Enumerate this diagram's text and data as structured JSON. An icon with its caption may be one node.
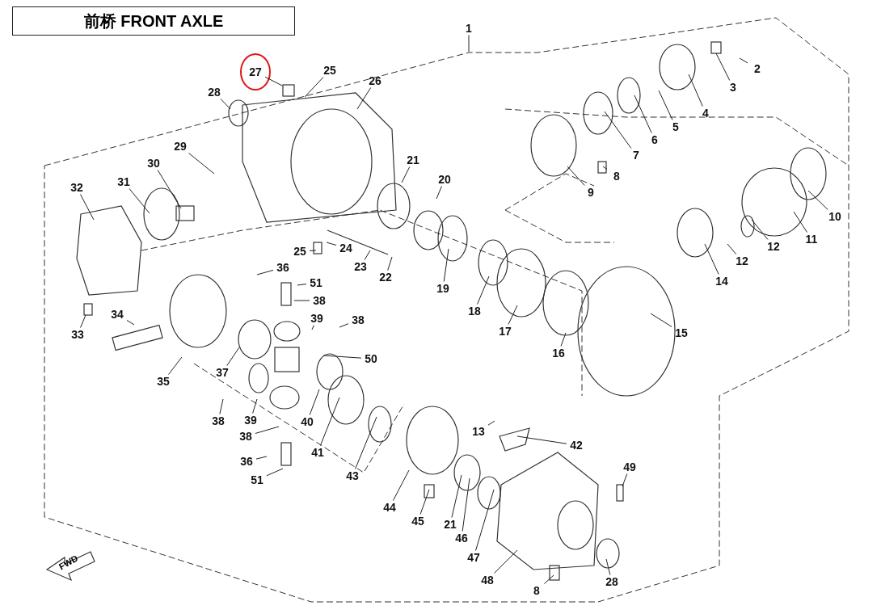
{
  "diagram": {
    "title": "前桥 FRONT AXLE",
    "nodes": [
      {
        "text": [
          "1"
        ]
      },
      {
        "text": [
          "2"
        ]
      },
      {
        "text": [
          "3"
        ]
      },
      {
        "text": [
          "4"
        ]
      },
      {
        "text": [
          "5"
        ]
      },
      {
        "text": [
          "6"
        ]
      },
      {
        "text": [
          "7"
        ]
      },
      {
        "text": [
          "8"
        ]
      },
      {
        "text": [
          "9"
        ]
      },
      {
        "text": [
          "10"
        ]
      },
      {
        "text": [
          "11"
        ]
      },
      {
        "text": [
          "12"
        ]
      },
      {
        "text": [
          "12"
        ]
      },
      {
        "text": [
          "14"
        ]
      },
      {
        "text": [
          "15"
        ]
      },
      {
        "text": [
          "16"
        ]
      },
      {
        "text": [
          "17"
        ]
      },
      {
        "text": [
          "18"
        ]
      },
      {
        "text": [
          "19"
        ]
      },
      {
        "text": [
          "20"
        ]
      },
      {
        "text": [
          "21"
        ]
      },
      {
        "text": [
          "22"
        ]
      },
      {
        "text": [
          "23"
        ]
      },
      {
        "text": [
          "24"
        ]
      },
      {
        "text": [
          "25"
        ]
      },
      {
        "text": [
          "25"
        ]
      },
      {
        "text": [
          "26"
        ]
      },
      {
        "text": [
          "27"
        ]
      },
      {
        "text": [
          "28"
        ]
      },
      {
        "text": [
          "29"
        ]
      },
      {
        "text": [
          "30"
        ]
      },
      {
        "text": [
          "31"
        ]
      },
      {
        "text": [
          "32"
        ]
      },
      {
        "text": [
          "33"
        ]
      },
      {
        "text": [
          "34"
        ]
      },
      {
        "text": [
          "35"
        ]
      },
      {
        "text": [
          "36"
        ]
      },
      {
        "text": [
          "36"
        ]
      },
      {
        "text": [
          "37"
        ]
      },
      {
        "text": [
          "38"
        ]
      },
      {
        "text": [
          "38"
        ]
      },
      {
        "text": [
          "38"
        ]
      },
      {
        "text": [
          "38"
        ]
      },
      {
        "text": [
          "39"
        ]
      },
      {
        "text": [
          "39"
        ]
      },
      {
        "text": [
          "40"
        ]
      },
      {
        "text": [
          "41"
        ]
      },
      {
        "text": [
          "42"
        ]
      },
      {
        "text": [
          "43"
        ]
      },
      {
        "text": [
          "44"
        ]
      },
      {
        "text": [
          "45"
        ]
      },
      {
        "text": [
          "46"
        ]
      },
      {
        "text": [
          "47"
        ]
      },
      {
        "text": [
          "48"
        ]
      },
      {
        "text": [
          "49"
        ]
      },
      {
        "text": [
          "50"
        ]
      },
      {
        "text": [
          "51"
        ]
      },
      {
        "text": [
          "51"
        ]
      },
      {
        "text": [
          "21"
        ]
      },
      {
        "text": [
          "13"
        ]
      },
      {
        "text": [
          "8"
        ]
      },
      {
        "text": [
          "28"
        ]
      }
    ],
    "edges": [
      {
        "from": 0,
        "to": null,
        "arrow": "none"
      },
      {
        "from": 1,
        "to": null,
        "arrow": "none"
      },
      {
        "from": 2,
        "to": null,
        "arrow": "none"
      },
      {
        "from": 3,
        "to": null,
        "arrow": "none"
      },
      {
        "from": 4,
        "to": null,
        "arrow": "none"
      },
      {
        "from": 5,
        "to": null,
        "arrow": "none"
      },
      {
        "from": 6,
        "to": null,
        "arrow": "none"
      },
      {
        "from": 7,
        "to": null,
        "arrow": "none"
      },
      {
        "from": 8,
        "to": null,
        "arrow": "none"
      },
      {
        "from": 9,
        "to": null,
        "arrow": "none"
      },
      {
        "from": 10,
        "to": null,
        "arrow": "none"
      },
      {
        "from": 11,
        "to": null,
        "arrow": "none"
      },
      {
        "from": 12,
        "to": null,
        "arrow": "none"
      },
      {
        "from": 13,
        "to": null,
        "arrow": "none"
      },
      {
        "from": 14,
        "to": null,
        "arrow": "none"
      },
      {
        "from": 15,
        "to": null,
        "arrow": "none"
      },
      {
        "from": 16,
        "to": null,
        "arrow": "none"
      },
      {
        "from": 17,
        "to": null,
        "arrow": "none"
      },
      {
        "from": 18,
        "to": null,
        "arrow": "none"
      },
      {
        "from": 19,
        "to": null,
        "arrow": "none"
      },
      {
        "from": 20,
        "to": null,
        "arrow": "none"
      },
      {
        "from": 21,
        "to": null,
        "arrow": "none"
      },
      {
        "from": 22,
        "to": null,
        "arrow": "none"
      },
      {
        "from": 23,
        "to": null,
        "arrow": "none"
      },
      {
        "from": 24,
        "to": null,
        "arrow": "none"
      },
      {
        "from": 25,
        "to": null,
        "arrow": "none"
      },
      {
        "from": 26,
        "to": null,
        "arrow": "none"
      },
      {
        "from": 27,
        "to": null,
        "arrow": "none"
      },
      {
        "from": 28,
        "to": null,
        "arrow": "none"
      },
      {
        "from": 29,
        "to": null,
        "arrow": "none"
      },
      {
        "from": 30,
        "to": null,
        "arrow": "none"
      },
      {
        "from": 31,
        "to": null,
        "arrow": "none"
      },
      {
        "from": 32,
        "to": null,
        "arrow": "none"
      },
      {
        "from": 33,
        "to": null,
        "arrow": "none"
      },
      {
        "from": 34,
        "to": null,
        "arrow": "none"
      },
      {
        "from": 35,
        "to": null,
        "arrow": "none"
      },
      {
        "from": 36,
        "to": null,
        "arrow": "none"
      },
      {
        "from": 37,
        "to": null,
        "arrow": "none"
      },
      {
        "from": 38,
        "to": null,
        "arrow": "none"
      },
      {
        "from": 39,
        "to": null,
        "arrow": "none"
      },
      {
        "from": 40,
        "to": null,
        "arrow": "none"
      },
      {
        "from": 41,
        "to": null,
        "arrow": "none"
      },
      {
        "from": 42,
        "to": null,
        "arrow": "none"
      },
      {
        "from": 43,
        "to": null,
        "arrow": "none"
      },
      {
        "from": 44,
        "to": null,
        "arrow": "none"
      },
      {
        "from": 45,
        "to": null,
        "arrow": "none"
      },
      {
        "from": 46,
        "to": null,
        "arrow": "none"
      },
      {
        "from": 47,
        "to": null,
        "arrow": "none"
      },
      {
        "from": 48,
        "to": null,
        "arrow": "none"
      },
      {
        "from": 49,
        "to": null,
        "arrow": "none"
      },
      {
        "from": 50,
        "to": null,
        "arrow": "none"
      },
      {
        "from": 51,
        "to": null,
        "arrow": "none"
      },
      {
        "from": 52,
        "to": null,
        "arrow": "none"
      },
      {
        "from": 53,
        "to": null,
        "arrow": "none"
      },
      {
        "from": 54,
        "to": null,
        "arrow": "none"
      },
      {
        "from": 55,
        "to": null,
        "arrow": "none"
      },
      {
        "from": 56,
        "to": null,
        "arrow": "none"
      },
      {
        "from": 57,
        "to": null,
        "arrow": "none"
      },
      {
        "from": 58,
        "to": null,
        "arrow": "none"
      },
      {
        "from": 59,
        "to": null,
        "arrow": "none"
      },
      {
        "from": 60,
        "to": null,
        "arrow": "none"
      },
      {
        "from": 61,
        "to": null,
        "arrow": "none"
      }
    ],
    "labels": [
      "FWD"
    ]
  }
}
